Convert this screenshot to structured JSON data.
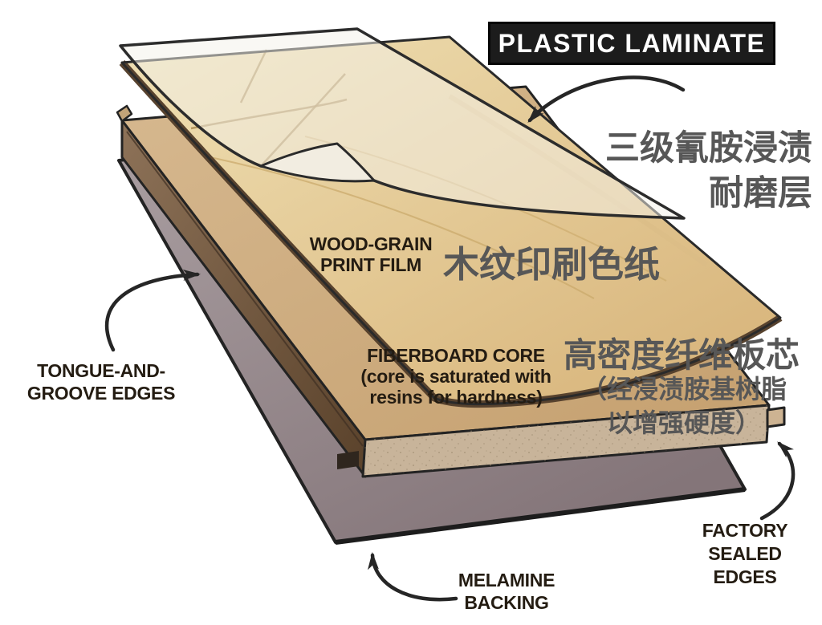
{
  "title_box": {
    "label": "PLASTIC LAMINATE"
  },
  "annotations": {
    "wear_layer": {
      "zh_line1": "三级氰胺浸渍",
      "zh_line2": "耐磨层"
    },
    "print_film": {
      "en_line1": "WOOD-GRAIN",
      "en_line2": "PRINT FILM",
      "zh": "木纹印刷色纸"
    },
    "fiberboard_core": {
      "en_line1": "FIBERBOARD CORE",
      "en_line2": "(core is saturated with",
      "en_line3": "resins for hardness)",
      "zh_line1": "高密度纤维板芯",
      "zh_line2": "（经浸渍胺基树脂",
      "zh_line3": "以增强硬度）"
    },
    "tongue_groove": {
      "en_line1": "TONGUE-AND-",
      "en_line2": "GROOVE EDGES"
    },
    "melamine_backing": {
      "en_line1": "MELAMINE",
      "en_line2": "BACKING"
    },
    "factory_edges": {
      "en_line1": "FACTORY",
      "en_line2": "SEALED",
      "en_line3": "EDGES"
    }
  },
  "colors": {
    "background": "#ffffff",
    "title_box_bg": "#1c1c1c",
    "title_box_text": "#ffffff",
    "english_label_text": "#241c12",
    "chinese_label_text": "#575757",
    "wood_film": "#e0c28a",
    "clear_wear_layer": "#f4f1ea",
    "fiberboard_top": "#cdab7d",
    "fiberboard_front": "#c8b49a",
    "fiberboard_side": "#7a5f46",
    "melamine_backing": "#9a8e91",
    "arrow": "#262626"
  }
}
